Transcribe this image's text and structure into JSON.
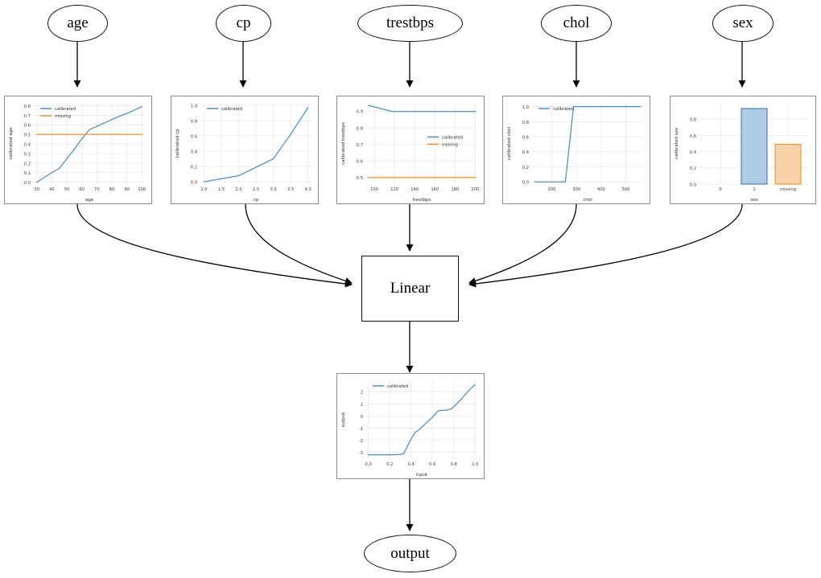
{
  "diagram": {
    "type": "model-architecture-flow",
    "title": "",
    "feature_nodes": [
      {
        "id": "age",
        "label": "age"
      },
      {
        "id": "cp",
        "label": "cp"
      },
      {
        "id": "trestbps",
        "label": "trestbps"
      },
      {
        "id": "chol",
        "label": "chol"
      },
      {
        "id": "sex",
        "label": "sex"
      }
    ],
    "linear_node": {
      "label": "Linear"
    },
    "output_node": {
      "label": "output"
    }
  },
  "legend_labels": {
    "calibrated": "calibrated",
    "missing": "missing"
  },
  "colors": {
    "calibrated": "#4c8fc4",
    "missing": "#f0902a",
    "bar_blue_fill": "#aecde4",
    "bar_blue_edge": "#3d7ab0",
    "bar_orange_fill": "#fbd3a8",
    "bar_orange_edge": "#f0902a",
    "panel_border": "#8c8c8c",
    "edge": "#000000",
    "grid": "#e8e8e8"
  },
  "chart_data": [
    {
      "id": "age",
      "type": "line",
      "title": "",
      "xlabel": "age",
      "ylabel": "calibrated age",
      "xlim": [
        28,
        102
      ],
      "ylim": [
        -0.02,
        0.83
      ],
      "xticks": [
        30,
        40,
        50,
        60,
        70,
        80,
        90,
        100
      ],
      "yticks": [
        0.0,
        0.1,
        0.2,
        0.3,
        0.4,
        0.5,
        0.6,
        0.7,
        0.8
      ],
      "grid": true,
      "legend": [
        "calibrated",
        "missing"
      ],
      "legend_position": "upper-left",
      "series": [
        {
          "name": "calibrated",
          "color": "#4c8fc4",
          "x": [
            30,
            40,
            45,
            50,
            55,
            60,
            63,
            65,
            70,
            75,
            80,
            85,
            90,
            95,
            100
          ],
          "y": [
            0.0,
            0.1,
            0.145,
            0.245,
            0.345,
            0.455,
            0.51,
            0.55,
            0.585,
            0.62,
            0.655,
            0.69,
            0.72,
            0.755,
            0.79
          ]
        },
        {
          "name": "missing",
          "color": "#f0902a",
          "x": [
            30,
            100
          ],
          "y": [
            0.5,
            0.5
          ]
        }
      ]
    },
    {
      "id": "cp",
      "type": "line",
      "title": "",
      "xlabel": "cp",
      "ylabel": "calibrated cp",
      "xlim": [
        0.9,
        4.1
      ],
      "ylim": [
        -0.03,
        1.03
      ],
      "xticks": [
        1.0,
        1.5,
        2.0,
        2.5,
        3.0,
        3.5,
        4.0
      ],
      "yticks": [
        0.0,
        0.2,
        0.4,
        0.6,
        0.8,
        1.0
      ],
      "grid": true,
      "legend": [
        "calibrated"
      ],
      "legend_position": "upper-left",
      "series": [
        {
          "name": "calibrated",
          "color": "#4c8fc4",
          "x": [
            1.0,
            1.5,
            2.0,
            2.5,
            3.0,
            3.5,
            4.0
          ],
          "y": [
            0.0,
            0.04,
            0.08,
            0.19,
            0.3,
            0.62,
            0.97
          ]
        }
      ]
    },
    {
      "id": "trestbps",
      "type": "line",
      "title": "",
      "xlabel": "trestbps",
      "ylabel": "calibrated trestbps",
      "xlim": [
        92,
        202
      ],
      "ylim": [
        0.46,
        0.95
      ],
      "xticks": [
        100,
        120,
        140,
        160,
        180,
        200
      ],
      "yticks": [
        0.5,
        0.6,
        0.7,
        0.8,
        0.9
      ],
      "grid": true,
      "legend": [
        "calibrated",
        "missing"
      ],
      "legend_position": "center-right",
      "series": [
        {
          "name": "calibrated",
          "color": "#4c8fc4",
          "x": [
            94,
            118,
            200
          ],
          "y": [
            0.935,
            0.898,
            0.898
          ]
        },
        {
          "name": "missing",
          "color": "#f0902a",
          "x": [
            94,
            200
          ],
          "y": [
            0.5,
            0.5
          ]
        }
      ]
    },
    {
      "id": "chol",
      "type": "line",
      "title": "",
      "xlabel": "chol",
      "ylabel": "calibrated chol",
      "xlim": [
        120,
        570
      ],
      "ylim": [
        -0.03,
        1.05
      ],
      "xticks": [
        200,
        300,
        400,
        500
      ],
      "yticks": [
        0.0,
        0.2,
        0.4,
        0.6,
        0.8,
        1.0
      ],
      "grid": true,
      "legend": [
        "calibrated"
      ],
      "legend_position": "upper-left",
      "series": [
        {
          "name": "calibrated",
          "color": "#4c8fc4",
          "x": [
            130,
            255,
            288,
            560
          ],
          "y": [
            0.0,
            0.0,
            1.0,
            1.0
          ]
        }
      ]
    },
    {
      "id": "sex",
      "type": "bar",
      "title": "",
      "xlabel": "sex",
      "ylabel": "calibrated sex",
      "categories": [
        "0",
        "1",
        "missing"
      ],
      "values": [
        0.0,
        0.93,
        0.49
      ],
      "bar_colors": [
        "#aecde4",
        "#aecde4",
        "#fbd3a8"
      ],
      "bar_edge_colors": [
        "#3d7ab0",
        "#3d7ab0",
        "#f0902a"
      ],
      "ylim": [
        0.0,
        1.0
      ],
      "yticks": [
        0.0,
        0.2,
        0.4,
        0.6,
        0.8
      ],
      "grid": true,
      "legend": [],
      "legend_position": "none"
    },
    {
      "id": "output",
      "type": "line",
      "title": "",
      "xlabel": "input",
      "ylabel": "output",
      "xlim": [
        -0.02,
        1.02
      ],
      "ylim": [
        -3.55,
        2.95
      ],
      "xticks": [
        0.0,
        0.2,
        0.4,
        0.6,
        0.8,
        1.0
      ],
      "yticks": [
        -3,
        -2,
        -1,
        0,
        1,
        2
      ],
      "grid": true,
      "legend": [
        "calibrated"
      ],
      "legend_position": "upper-left",
      "series": [
        {
          "name": "calibrated",
          "color": "#4c8fc4",
          "x": [
            0.0,
            0.1,
            0.2,
            0.3,
            0.33,
            0.36,
            0.4,
            0.44,
            0.48,
            0.52,
            0.56,
            0.6,
            0.64,
            0.66,
            0.7,
            0.74,
            0.78,
            0.82,
            0.86,
            0.9,
            0.94,
            1.0
          ],
          "y": [
            -3.2,
            -3.2,
            -3.2,
            -3.18,
            -3.12,
            -2.6,
            -1.9,
            -1.35,
            -1.1,
            -0.75,
            -0.42,
            -0.1,
            0.3,
            0.45,
            0.47,
            0.5,
            0.6,
            0.95,
            1.3,
            1.7,
            2.1,
            2.6
          ]
        }
      ]
    }
  ]
}
